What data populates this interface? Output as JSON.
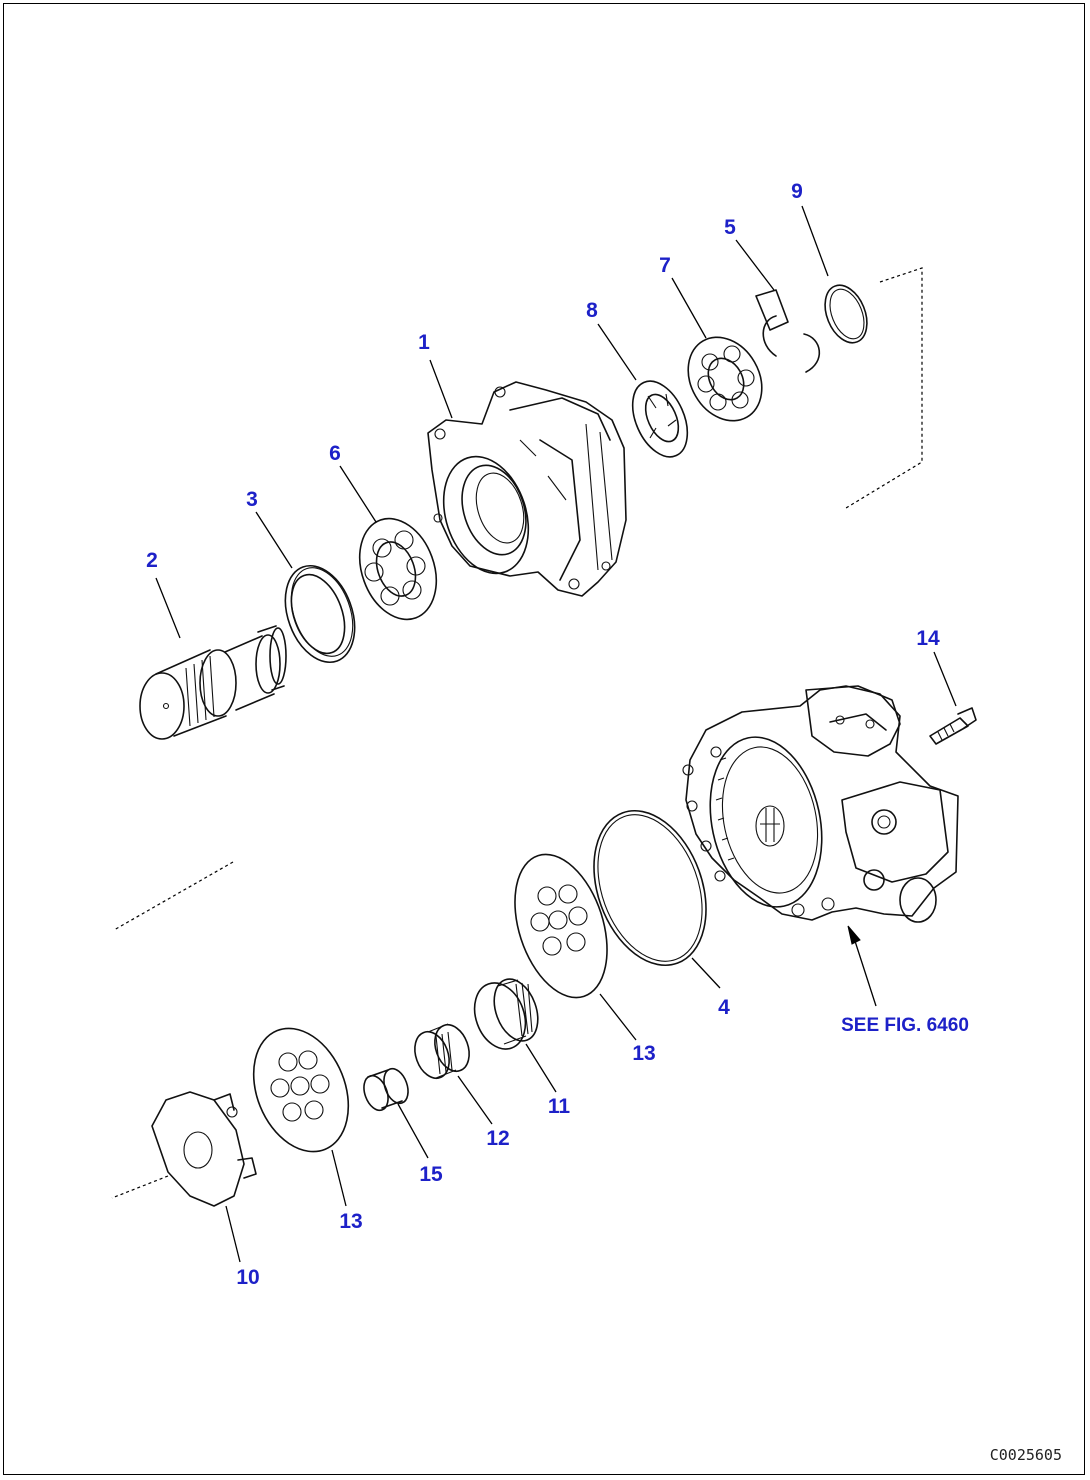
{
  "diagram": {
    "callouts": {
      "c1": "1",
      "c2": "2",
      "c3": "3",
      "c4": "4",
      "c5": "5",
      "c6": "6",
      "c7": "7",
      "c8": "8",
      "c9": "9",
      "c10": "10",
      "c11": "11",
      "c12": "12",
      "c13a": "13",
      "c13b": "13",
      "c14": "14",
      "c15": "15"
    },
    "reference_note": "SEE FIG. 6460",
    "figure_code": "C0025605",
    "colors": {
      "callout": "#1d21c8",
      "line": "#111111",
      "background": "#ffffff"
    }
  }
}
